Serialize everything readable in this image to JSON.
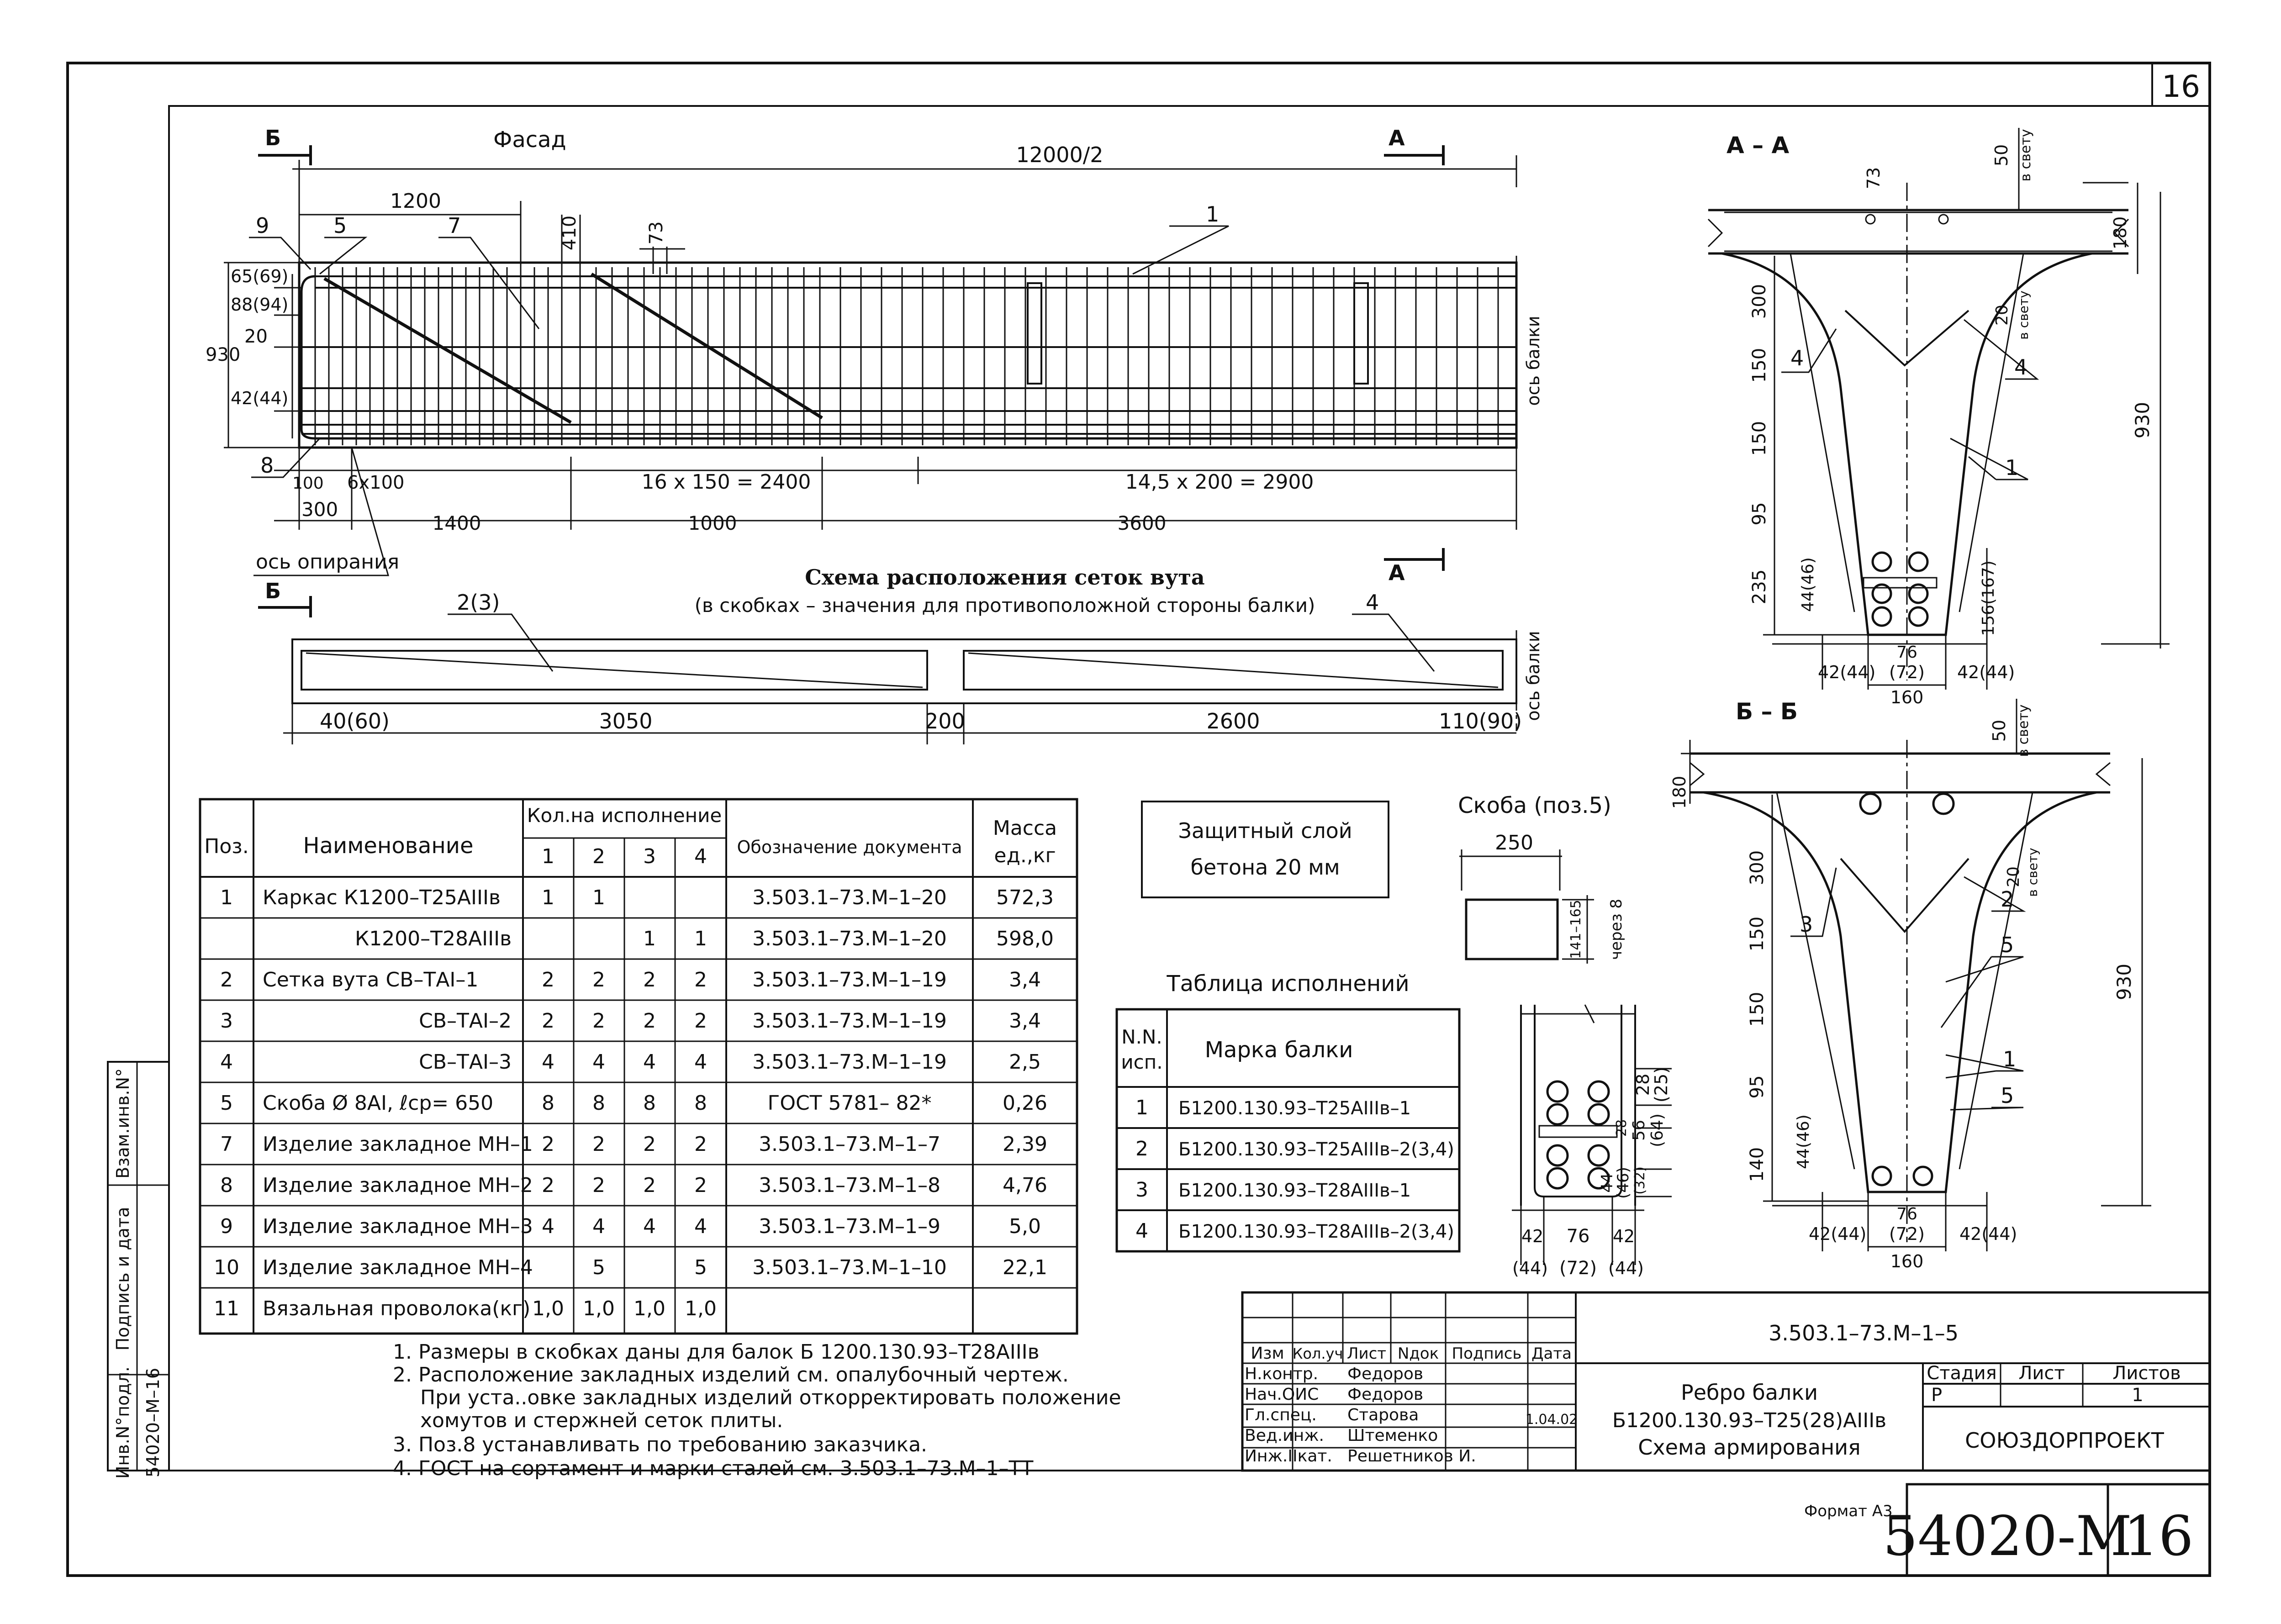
{
  "sheet": {
    "number": "16",
    "format_label": "Формат А3",
    "doc_number": "54020-М",
    "doc_sheet": "16"
  },
  "facade": {
    "title": "Фасад",
    "section_b": "Б",
    "section_a": "А",
    "dim_total": "12000/2",
    "dim_1200": "1200",
    "dim_410": "410",
    "dim_73": "73",
    "callout_1": "1",
    "callout_5": "5",
    "callout_7": "7",
    "callout_8": "8",
    "callout_9": "9",
    "dim_65": "65(69)",
    "dim_88": "88(94)",
    "dim_930": "930",
    "dim_20": "20",
    "dim_42": "42(44)",
    "dim_100": "100",
    "dim_6x100": "6х100",
    "dim_16x150": "16 х 150 = 2400",
    "dim_145x200": "14,5 х 200 = 2900",
    "dim_300": "300",
    "dim_1400": "1400",
    "dim_1000": "1000",
    "dim_3600": "3600",
    "axis_label": "ось балки",
    "support_axis": "ось опирания"
  },
  "haunch": {
    "title": "Схема расположения сеток вута",
    "subtitle": "(в скобках – значения для противоположной стороны балки)",
    "callout_23": "2(3)",
    "callout_4": "4",
    "dim_40": "40(60)",
    "dim_3050": "3050",
    "dim_200": "200",
    "dim_2600": "2600",
    "dim_110": "110(90)",
    "axis_label": "ось балки"
  },
  "section_aa": {
    "title": "А – А",
    "dim_73": "73",
    "dim_50": "50",
    "clear": "в свету",
    "dim_180": "180",
    "dim_20": "20",
    "dim_300": "300",
    "dim_150a": "150",
    "dim_150b": "150",
    "dim_95": "95",
    "dim_235": "235",
    "dim_930": "930",
    "dim_4446": "44(46)",
    "dim_156": "156(167)",
    "dim_42l": "42(44)",
    "dim_76": "76",
    "dim_72": "(72)",
    "dim_42r": "42(44)",
    "dim_160": "160",
    "callout_4l": "4",
    "callout_4r": "4",
    "callout_1": "1"
  },
  "section_bb": {
    "title": "Б – Б",
    "dim_50": "50",
    "clear": "в свету",
    "dim_180": "180",
    "dim_20": "20",
    "dim_300": "300",
    "dim_150a": "150",
    "dim_150b": "150",
    "dim_95": "95",
    "dim_140": "140",
    "dim_930": "930",
    "dim_4446": "44(46)",
    "dim_42l": "42(44)",
    "dim_76": "76",
    "dim_72": "(72)",
    "dim_42r": "42(44)",
    "dim_160": "160",
    "callout_2": "2",
    "callout_3": "3",
    "callout_5a": "5",
    "callout_1": "1",
    "callout_5b": "5"
  },
  "protective": {
    "line1": "Защитный слой",
    "line2": "бетона 20 мм"
  },
  "bracket": {
    "title": "Скоба (поз.5)",
    "dim_250": "250",
    "dim_141": "141–165",
    "step": "через 8"
  },
  "detail": {
    "dim_28": "28",
    "dim_25": "(25)",
    "dim_56": "56",
    "dim_64": "(64)",
    "dim_28b": "28",
    "dim_32": "(32)",
    "dim_44": "44",
    "dim_46": "(46)",
    "dim_42l": "42",
    "dim_76": "76",
    "dim_42r": "42",
    "dim_44l": "(44)",
    "dim_72": "(72)",
    "dim_44r": "(44)"
  },
  "spec": {
    "headers": {
      "pos": "Поз.",
      "name": "Наименование",
      "qty": "Кол.на исполнение",
      "q1": "1",
      "q2": "2",
      "q3": "3",
      "q4": "4",
      "doc": "Обозначение документа",
      "mass1": "Масса",
      "mass2": "ед.,кг"
    },
    "rows": [
      {
        "pos": "1",
        "name": "Каркас К1200–Т25АIIIв",
        "q1": "1",
        "q2": "1",
        "q3": "",
        "q4": "",
        "doc": "3.503.1–73.М–1–20",
        "mass": "572,3"
      },
      {
        "pos": "",
        "name": "К1200–Т28АIIIв",
        "q1": "",
        "q2": "",
        "q3": "1",
        "q4": "1",
        "doc": "3.503.1–73.М–1–20",
        "mass": "598,0"
      },
      {
        "pos": "2",
        "name": "Сетка вута СВ–ТАI–1",
        "q1": "2",
        "q2": "2",
        "q3": "2",
        "q4": "2",
        "doc": "3.503.1–73.М–1–19",
        "mass": "3,4"
      },
      {
        "pos": "3",
        "name": "СВ–ТАI–2",
        "q1": "2",
        "q2": "2",
        "q3": "2",
        "q4": "2",
        "doc": "3.503.1–73.М–1–19",
        "mass": "3,4"
      },
      {
        "pos": "4",
        "name": "СВ–ТАI–3",
        "q1": "4",
        "q2": "4",
        "q3": "4",
        "q4": "4",
        "doc": "3.503.1–73.М–1–19",
        "mass": "2,5"
      },
      {
        "pos": "5",
        "name": "Скоба Ø 8АI, ℓср= 650",
        "q1": "8",
        "q2": "8",
        "q3": "8",
        "q4": "8",
        "doc": "ГОСТ 5781– 82*",
        "mass": "0,26"
      },
      {
        "pos": "7",
        "name": "Изделие закладное МН–1",
        "q1": "2",
        "q2": "2",
        "q3": "2",
        "q4": "2",
        "doc": "3.503.1–73.М–1–7",
        "mass": "2,39"
      },
      {
        "pos": "8",
        "name": "Изделие закладное МН–2",
        "q1": "2",
        "q2": "2",
        "q3": "2",
        "q4": "2",
        "doc": "3.503.1–73.М–1–8",
        "mass": "4,76"
      },
      {
        "pos": "9",
        "name": "Изделие закладное МН–3",
        "q1": "4",
        "q2": "4",
        "q3": "4",
        "q4": "4",
        "doc": "3.503.1–73.М–1–9",
        "mass": "5,0"
      },
      {
        "pos": "10",
        "name": "Изделие закладное МН–4",
        "q1": "",
        "q2": "5",
        "q3": "",
        "q4": "5",
        "doc": "3.503.1–73.М–1–10",
        "mass": "22,1"
      },
      {
        "pos": "11",
        "name": "Вязальная проволока(кг)",
        "q1": "1,0",
        "q2": "1,0",
        "q3": "1,0",
        "q4": "1,0",
        "doc": "",
        "mass": ""
      }
    ]
  },
  "variants": {
    "title": "Таблица исполнений",
    "h_no1": "N.N.",
    "h_no2": "исп.",
    "h_mark": "Марка балки",
    "rows": [
      {
        "no": "1",
        "mark": "Б1200.130.93–Т25АIIIв–1"
      },
      {
        "no": "2",
        "mark": "Б1200.130.93–Т25АIIIв–2(3,4)"
      },
      {
        "no": "3",
        "mark": "Б1200.130.93–Т28АIIIв–1"
      },
      {
        "no": "4",
        "mark": "Б1200.130.93–Т28АIIIв–2(3,4)"
      }
    ]
  },
  "notes": [
    "1. Размеры в скобках даны для балок Б 1200.130.93–Т28АIIIв",
    "2. Расположение закладных изделий см. опалубочный чертеж.",
    "При уста..овке закладных изделий откорректировать положение",
    "хомутов и стержней сеток плиты.",
    "3. Поз.8 устанавливать по требованию заказчика.",
    "4. ГОСТ на сортамент и марки сталей см. 3.503.1–73.М–1–ТТ"
  ],
  "side_stamp": {
    "col1": "Инв.N°подл.",
    "col2": "Подпись и дата",
    "col3": "Взам.инв.N°",
    "inv_no": "54020–М–16"
  },
  "title_block": {
    "code": "3.503.1–73.М–1–5",
    "h_izm": "Изм",
    "h_kol": "Кол.уч",
    "h_list": "Лист",
    "h_ndok": "Nдок",
    "h_sign": "Подпись",
    "h_date": "Дата",
    "roles": [
      "Н.контр.",
      "Нач.ОИС",
      "Гл.спец.",
      "Вед.инж.",
      "Инж.IIкат."
    ],
    "names": [
      "Федоров",
      "Федоров",
      "Старова",
      "Штеменко",
      "Решетников И."
    ],
    "date": "1.04.02",
    "title1": "Ребро балки",
    "title2": "Б1200.130.93–Т25(28)АIIIв",
    "title3": "Схема армирования",
    "h_stage": "Стадия",
    "h_sheet": "Лист",
    "h_sheets": "Листов",
    "stage": "Р",
    "sheets": "1",
    "org": "СОЮЗДОРПРОЕКТ"
  }
}
